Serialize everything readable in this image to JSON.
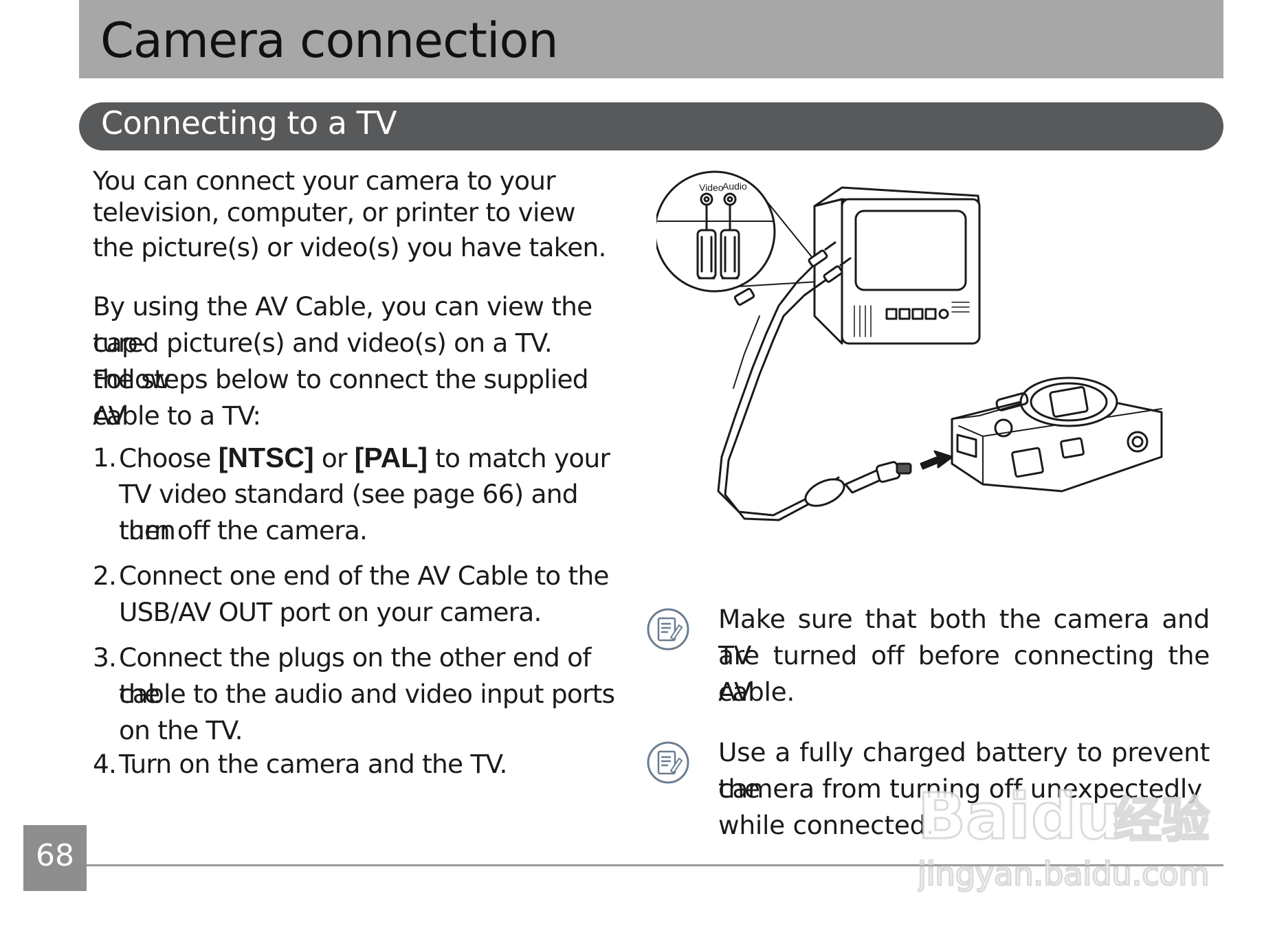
{
  "header": {
    "title": "Camera connection"
  },
  "section": {
    "title": "Connecting to a TV"
  },
  "intro": {
    "line1": "You can connect your camera to your",
    "line2": "television, computer, or printer to view",
    "line3": "the picture(s) or video(s) you have taken."
  },
  "para": {
    "line1": "By using the AV Cable, you can view the cap-",
    "line2": "tured picture(s) and video(s) on a TV. Follow",
    "line3": "the steps below to connect the supplied AV",
    "line4": "cable to a TV:"
  },
  "steps": [
    {
      "num": "1.",
      "pre": "Choose ",
      "token1": "[NTSC]",
      "mid": " or ",
      "token2": "[PAL]",
      "post": " to match your",
      "line2": "TV video standard (see page 66) and then",
      "line3": "turn off the camera."
    },
    {
      "num": "2.",
      "line1": "Connect one end of the AV Cable to the",
      "line2": "USB/AV OUT port on your camera."
    },
    {
      "num": "3.",
      "line1": "Connect the plugs on the other end of the",
      "line2": "cable to the audio and video input ports",
      "line3": "on the TV."
    },
    {
      "num": "4.",
      "line1": "Turn on the camera and the TV."
    }
  ],
  "illustration": {
    "inset_label_video": "Video",
    "inset_label_audio": "Audio",
    "icon": "camera-tv-connection-illustration"
  },
  "notes": [
    {
      "icon": "note-icon",
      "line1": "Make sure that both the camera and TV",
      "line2": "are turned off before connecting the AV",
      "line3": "cable."
    },
    {
      "icon": "note-icon",
      "line1": "Use a fully charged battery to prevent the",
      "line2": "camera from turning off unexpectedly",
      "line3": "while connected."
    }
  ],
  "footer": {
    "page_number": "68"
  },
  "watermark": {
    "brand": "Bai",
    "brand2": "du",
    "cn": "经验",
    "url": "jingyan.baidu.com"
  },
  "colors": {
    "header_bar": "#a7a7a7",
    "section_bar": "#58595b",
    "page_number_box": "#8e8e8e",
    "note_icon": "#6b7d8f"
  }
}
